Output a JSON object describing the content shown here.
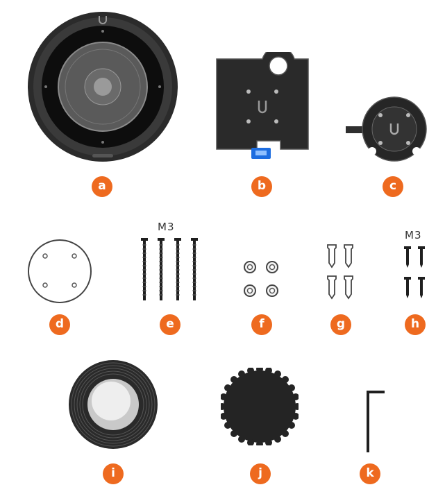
{
  "items": [
    {
      "key": "a",
      "label": "a",
      "icon": "camera-front-icon"
    },
    {
      "key": "b",
      "label": "b",
      "icon": "mounting-plate-icon"
    },
    {
      "key": "c",
      "label": "c",
      "icon": "mount-bracket-icon"
    },
    {
      "key": "d",
      "label": "d",
      "icon": "adhesive-disk-icon"
    },
    {
      "key": "e",
      "label": "e",
      "icon": "long-screws-icon",
      "spec": "M3"
    },
    {
      "key": "f",
      "label": "f",
      "icon": "nuts-icon"
    },
    {
      "key": "g",
      "label": "g",
      "icon": "wall-anchors-icon"
    },
    {
      "key": "h",
      "label": "h",
      "icon": "short-screws-icon",
      "spec": "M3"
    },
    {
      "key": "i",
      "label": "i",
      "icon": "lens-cover-icon"
    },
    {
      "key": "j",
      "label": "j",
      "icon": "gear-cap-icon"
    },
    {
      "key": "k",
      "label": "k",
      "icon": "hex-key-icon"
    }
  ],
  "colors": {
    "badge": "#ee6a1f",
    "device": "#1b1b1b"
  }
}
